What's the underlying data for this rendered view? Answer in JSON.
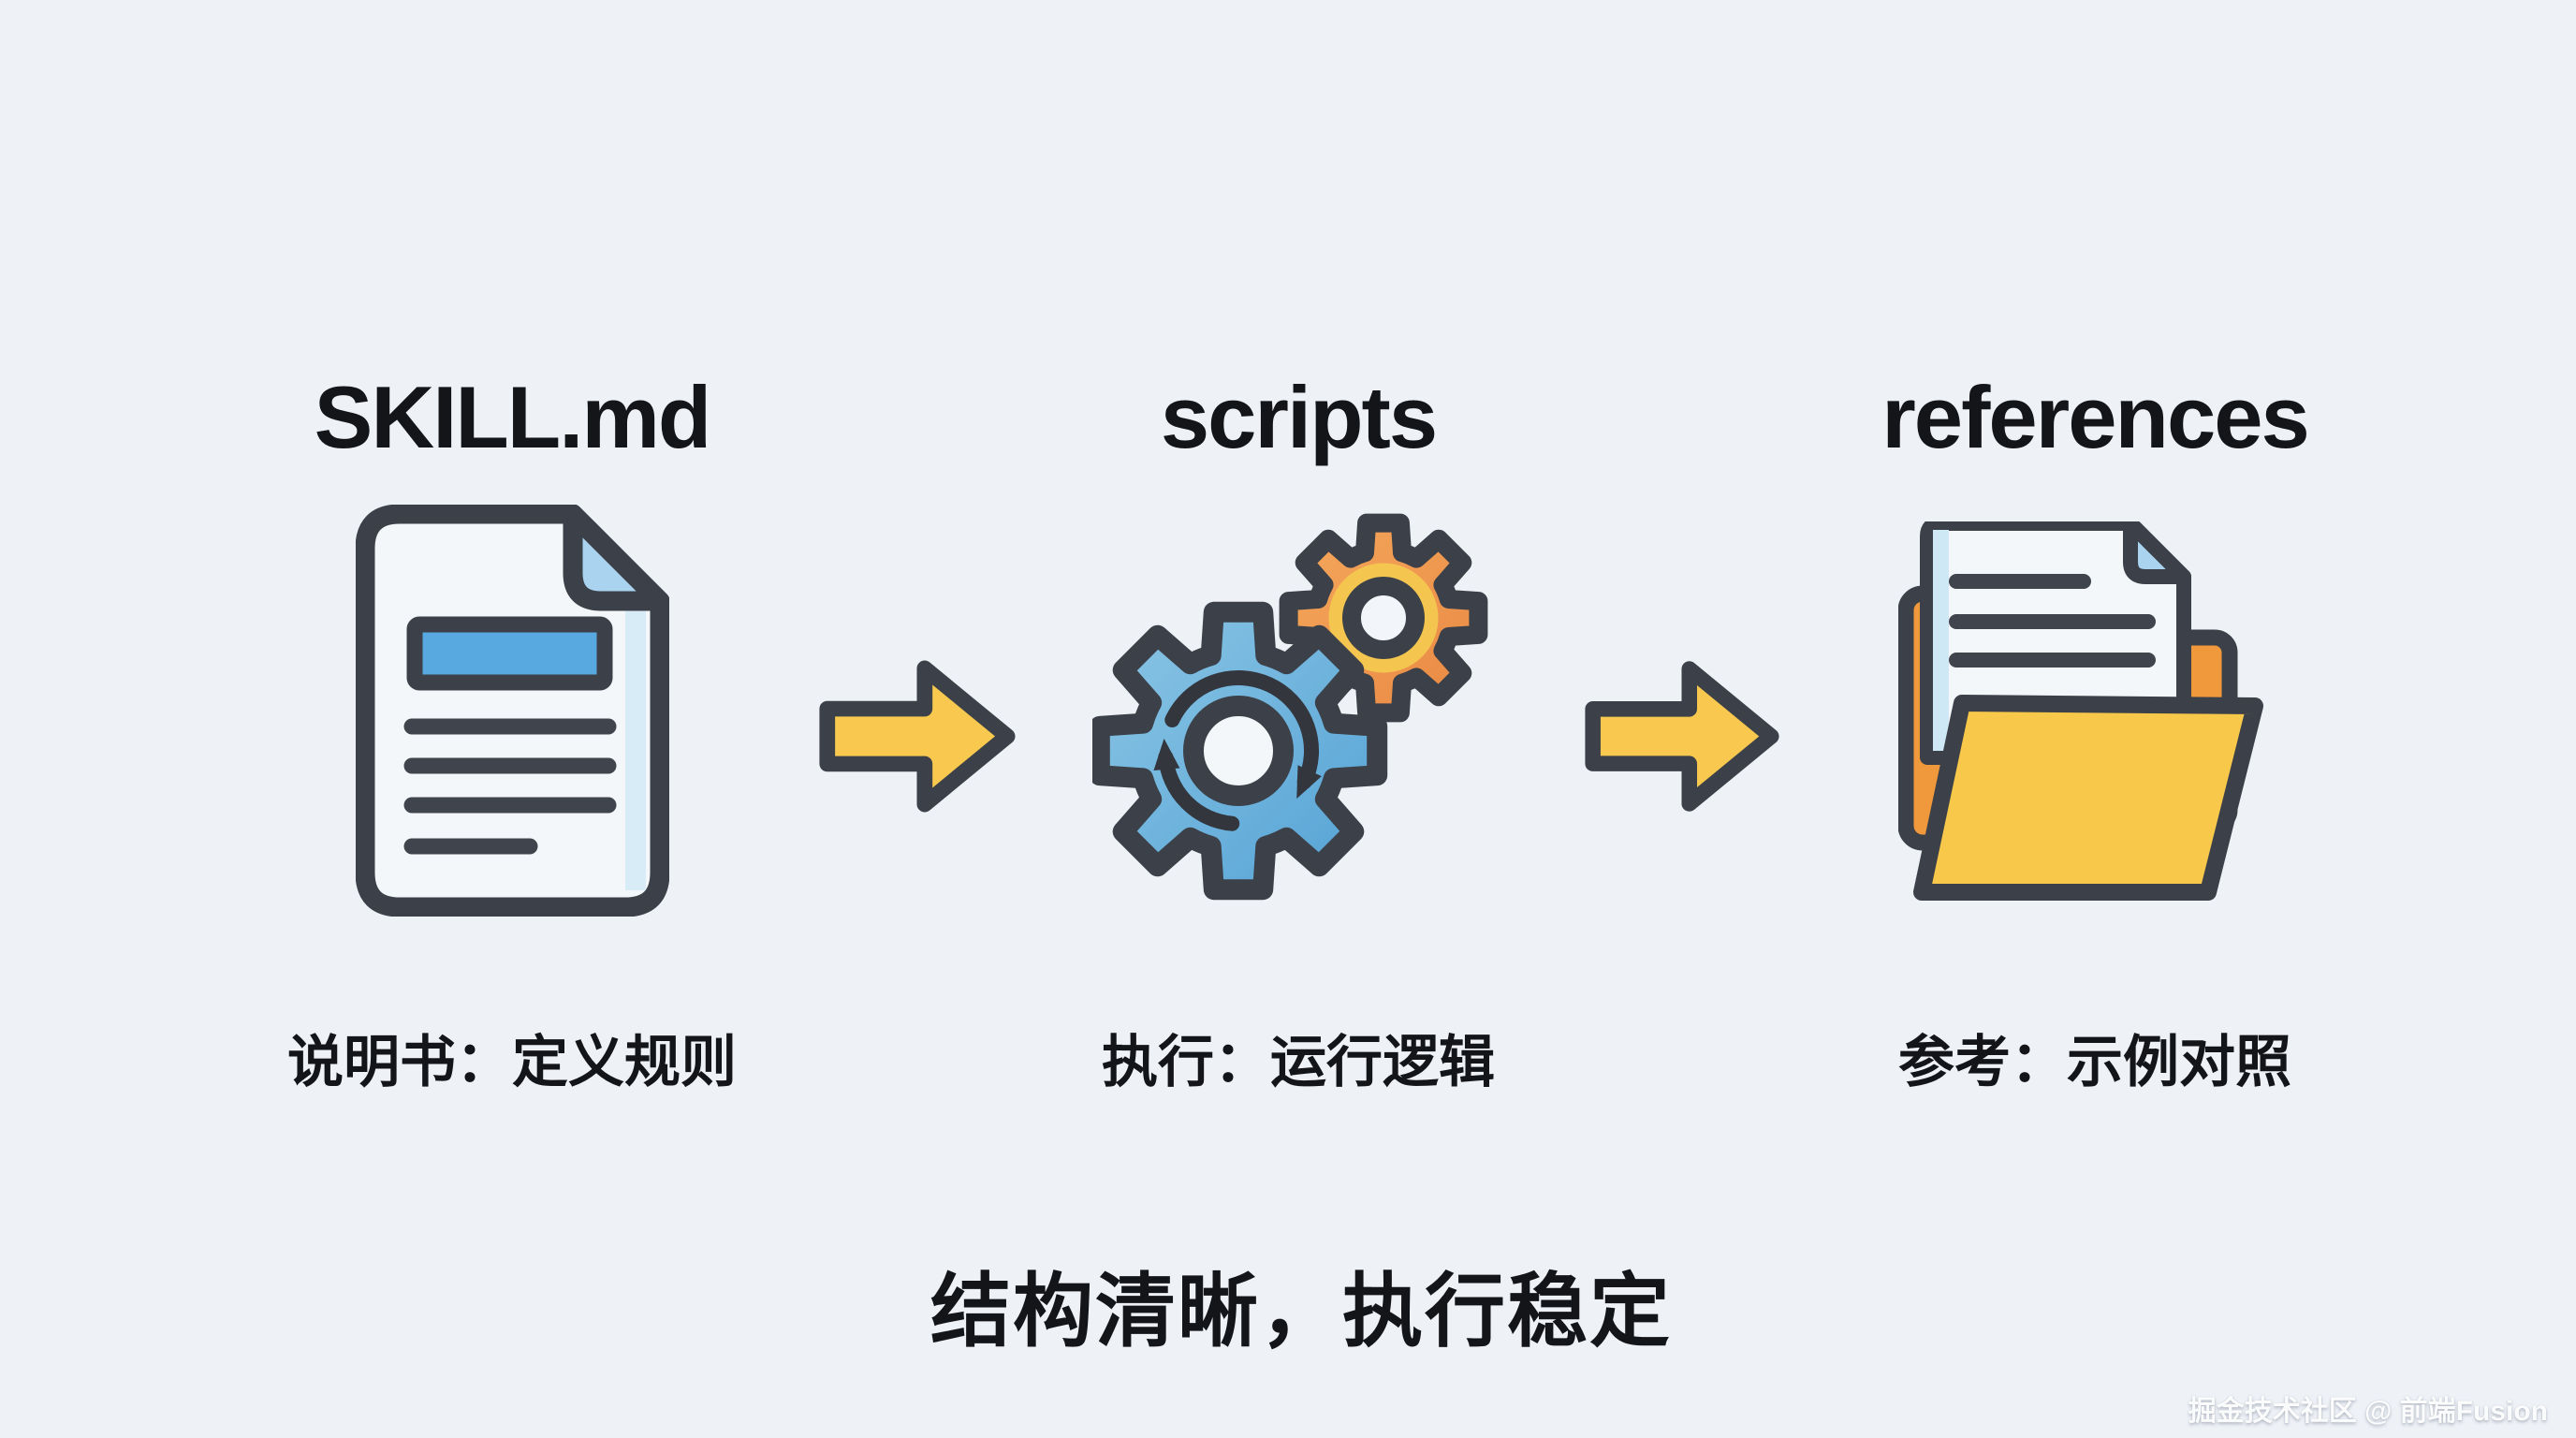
{
  "page": {
    "background_color": "#eef1f6",
    "tagline": "结构清晰，执行稳定",
    "watermark": "掘金技术社区 @ 前端Fusion"
  },
  "columns": [
    {
      "title": "SKILL.md",
      "caption": "说明书：定义规则",
      "icon": "document-icon"
    },
    {
      "title": "scripts",
      "caption": "执行：运行逻辑",
      "icon": "gears-icon"
    },
    {
      "title": "references",
      "caption": "参考：示例对照",
      "icon": "folder-icon"
    }
  ],
  "arrows": [
    {
      "icon": "arrow-right-icon"
    },
    {
      "icon": "arrow-right-icon"
    }
  ],
  "colors": {
    "outline": "#3c4048",
    "text": "#141518",
    "arrow_fill": "#f8c94e",
    "doc_title_blue": "#58a9e0",
    "doc_fold_blue": "#a9d3ef",
    "gear_blue": "#6fb3da",
    "gear_orange": "#ef9447",
    "gear_ring_yellow": "#f4c64f",
    "folder_back_orange": "#f0993c",
    "folder_front_yellow": "#f8c84b"
  }
}
